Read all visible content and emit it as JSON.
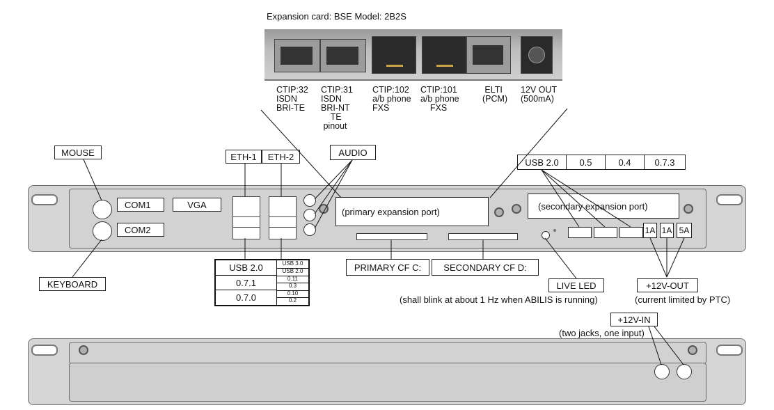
{
  "card": {
    "title": "Expansion card: BSE   Model: 2B2S",
    "ports": [
      {
        "lines": "CTIP:32\nISDN\nBRI-TE"
      },
      {
        "lines": "CTIP:31\nISDN\nBRI-NT\n    TE\n pinout"
      },
      {
        "lines": "CTIP:102\na/b phone\nFXS"
      },
      {
        "lines": "CTIP:101\na/b phone\n    FXS"
      },
      {
        "lines": "   ELTI\n  (PCM)"
      },
      {
        "lines": "12V OUT\n(500mA)"
      }
    ]
  },
  "labels": {
    "mouse": "MOUSE",
    "keyboard": "KEYBOARD",
    "com1": "COM1",
    "com2": "COM2",
    "vga": "VGA",
    "eth1": "ETH-1",
    "eth2": "ETH-2",
    "audio": "AUDIO",
    "primary_port": "(primary expansion port)",
    "secondary_port": "(secondary expansion port)",
    "primary_cf": "PRIMARY CF C:",
    "secondary_cf": "SECONDARY CF D:",
    "live_led": "LIVE LED",
    "live_led_note": "(shall blink at about 1 Hz when ABILIS is running)",
    "out12": "+12V-OUT",
    "out12_note": "(current limited by PTC)",
    "in12": "+12V-IN",
    "in12_note": "(two jacks, one input)",
    "fuse1": "1A",
    "fuse2": "1A",
    "fuse3": "5A"
  },
  "usb_right": [
    "USB 2.0",
    "0.5",
    "0.4",
    "0.7.3"
  ],
  "usb_left": {
    "header": "USB 2.0",
    "header_sub": [
      "USB 3.0",
      "USB 2.0"
    ],
    "rows": [
      {
        "main": "0.7.1",
        "sub": [
          "0.11",
          "0.3"
        ]
      },
      {
        "main": "0.7.0",
        "sub": [
          "0.10",
          "0.2"
        ]
      }
    ]
  }
}
